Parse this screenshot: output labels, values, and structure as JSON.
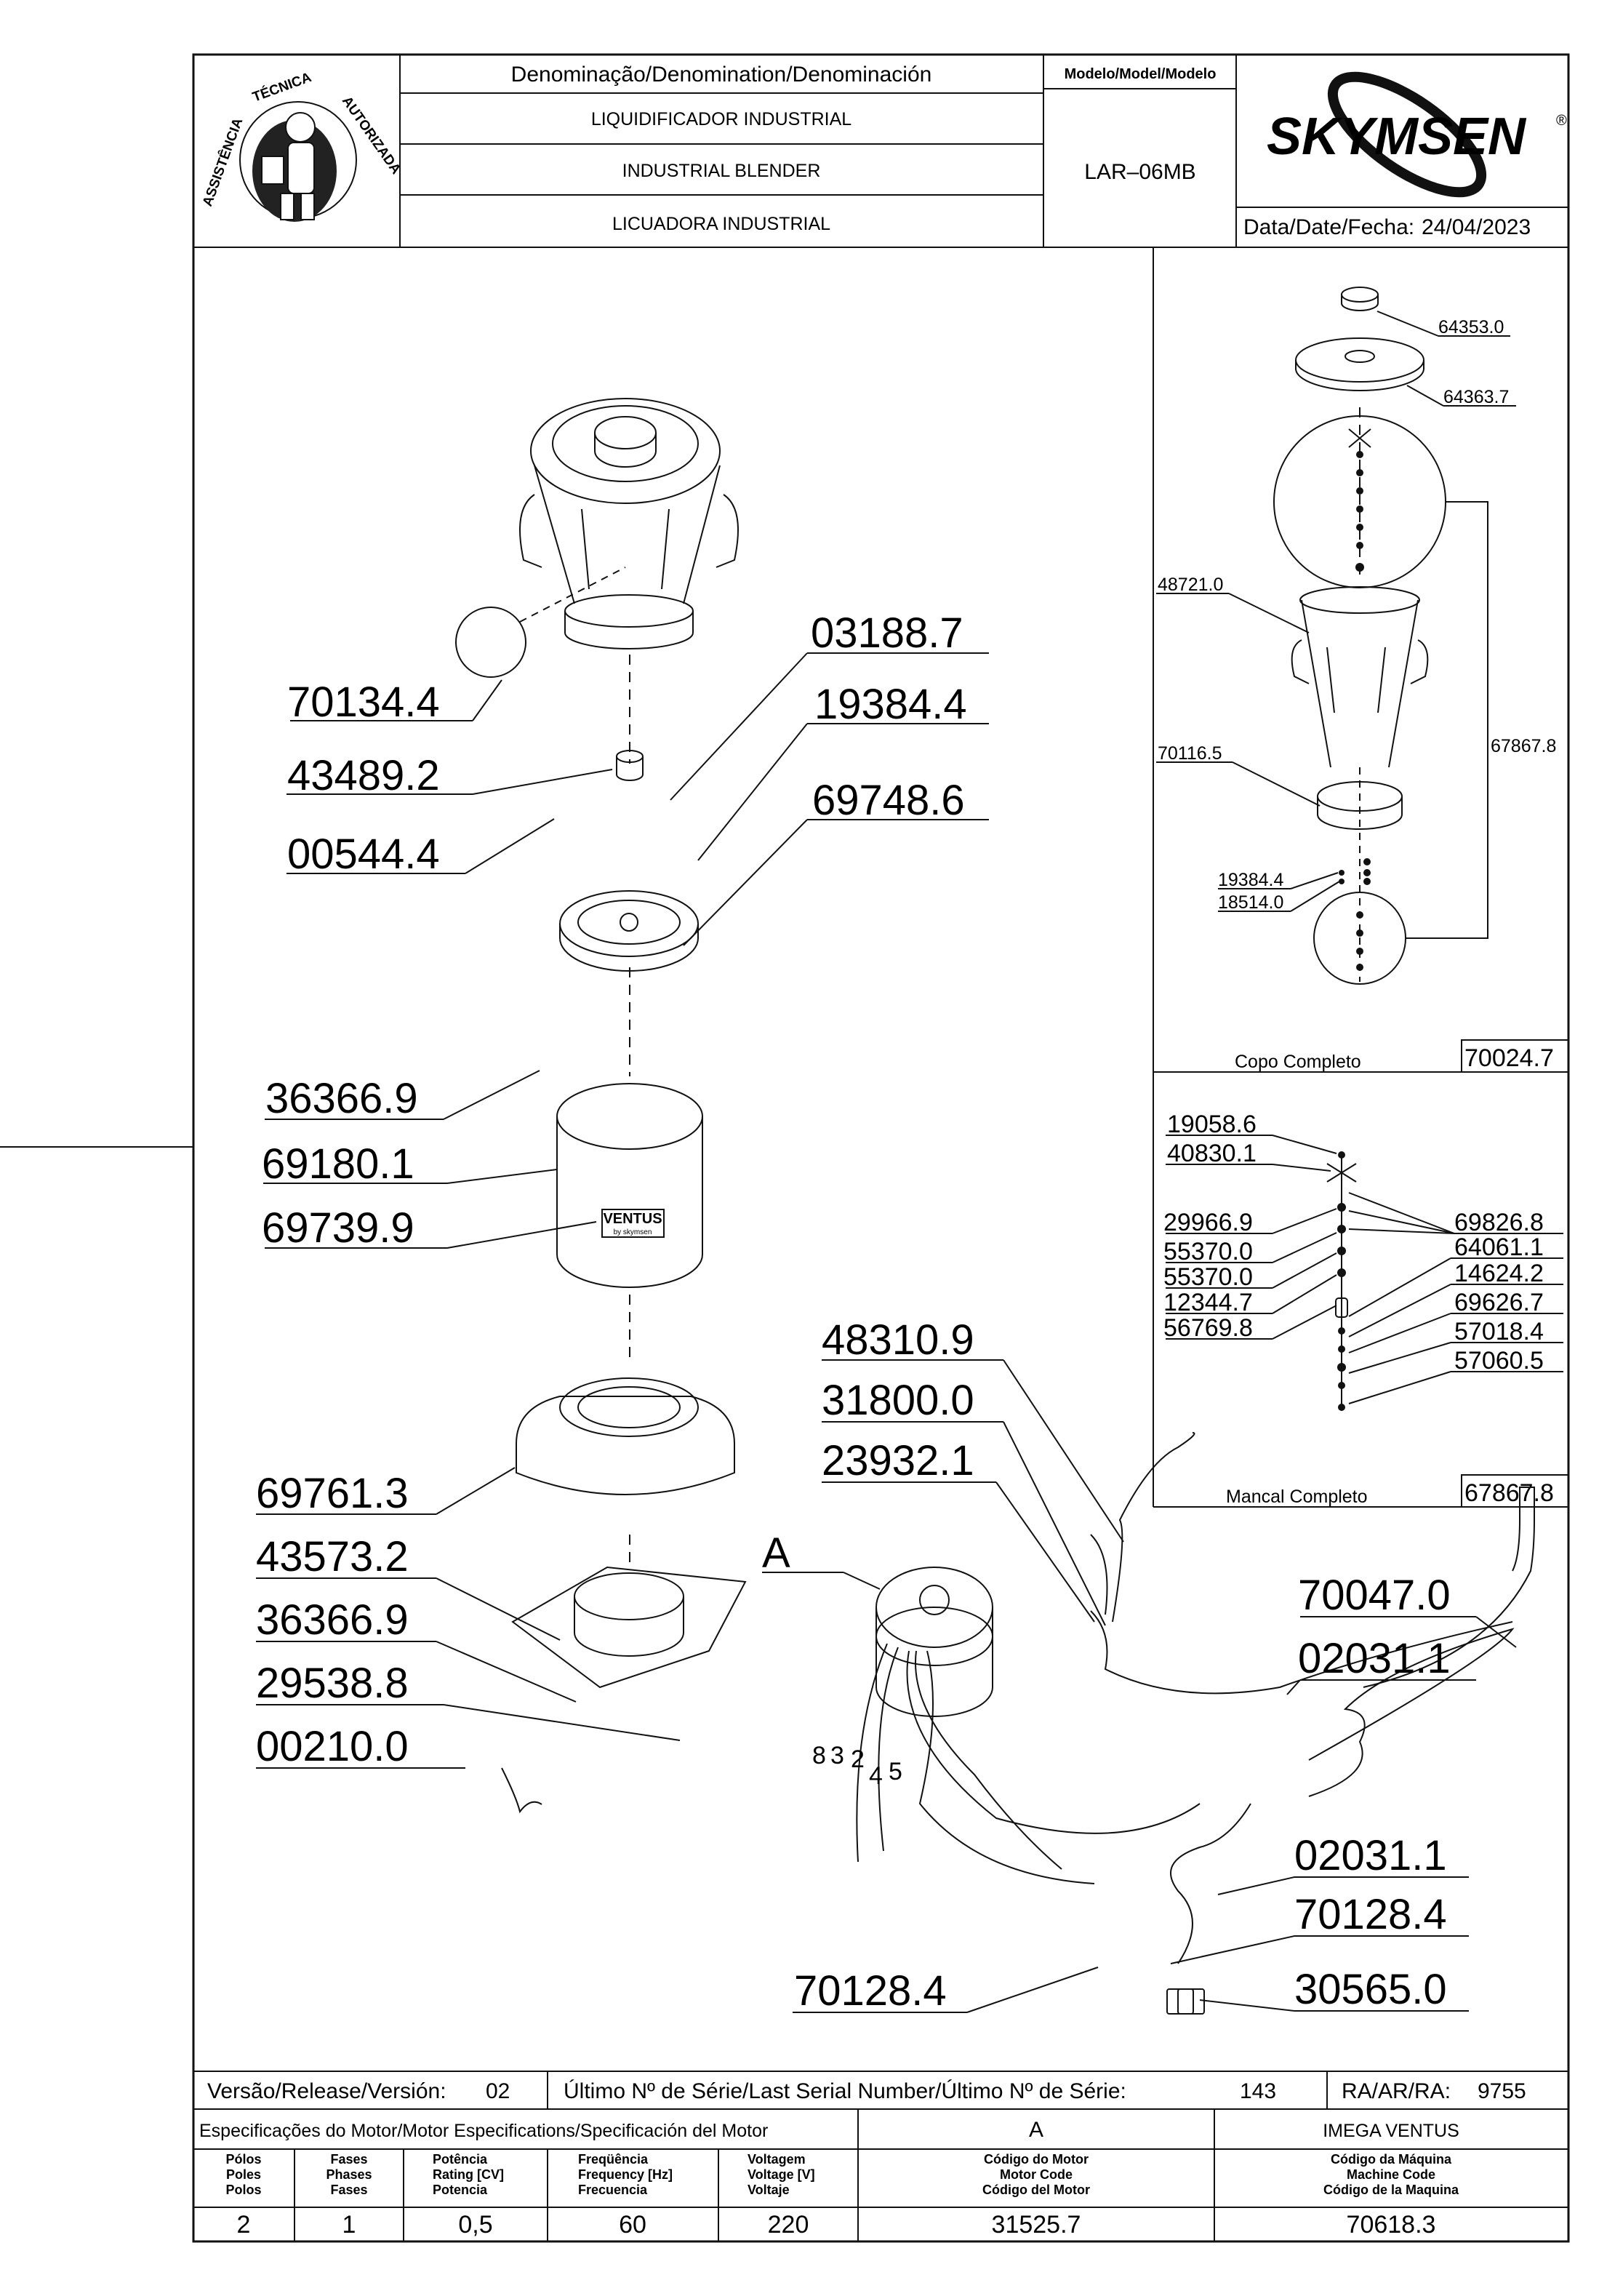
{
  "title_block": {
    "denomination_header": "Denominação/Denomination/Denominación",
    "names": [
      "LIQUIDIFICADOR  INDUSTRIAL",
      "INDUSTRIAL  BLENDER",
      "LICUADORA  INDUSTRIAL"
    ],
    "model_header": "Modelo/Model/Modelo",
    "model": "LAR–06MB",
    "brand": "SKYMSEN",
    "brand_mark": "®",
    "date_label": "Data/Date/Fecha:",
    "date": "24/04/2023",
    "logo_text_left": "ASSISTÊNCIA",
    "logo_text_top": "TÉCNICA",
    "logo_text_right": "AUTORIZADA"
  },
  "main_labels": [
    "70134.4",
    "43489.2",
    "00544.4",
    "03188.7",
    "19384.4",
    "69748.6",
    "36366.9",
    "69180.1",
    "69739.9",
    "48310.9",
    "31800.0",
    "23932.1",
    "69761.3",
    "43573.2",
    "36366.9",
    "29538.8",
    "00210.0",
    "70047.0",
    "02031.1",
    "02031.1",
    "70128.4",
    "70128.4",
    "30565.0"
  ],
  "callout_letter": "A",
  "wire_numbers": [
    "8",
    "3",
    "2",
    "4",
    "5"
  ],
  "sticker_text": "VENTUS",
  "sticker_sub": "by skymsen",
  "copo_panel": {
    "labels": [
      "64353.0",
      "64363.7",
      "48721.0",
      "67867.8",
      "70116.5",
      "19384.4",
      "18514.0"
    ],
    "title": "Copo  Completo",
    "code": "70024.7"
  },
  "mancal_panel": {
    "left_labels": [
      "19058.6",
      "40830.1",
      "29966.9",
      "55370.0",
      "55370.0",
      "12344.7",
      "56769.8"
    ],
    "right_labels": [
      "69826.8",
      "64061.1",
      "14624.2",
      "69626.7",
      "57018.4",
      "57060.5"
    ],
    "title": "Mancal  Completo",
    "code": "67867.8"
  },
  "footer": {
    "release_label": "Versão/Release/Versión:",
    "release": "02",
    "serial_label": "Último  Nº  de  Série/Last  Serial  Number/Último  Nº  de  Série:",
    "serial": "143",
    "ra_label": "RA/AR/RA:",
    "ra": "9755",
    "spec_header": "Especificações do Motor/Motor Especifications/Specificación del Motor",
    "motor_letter": "A",
    "machine_name": "IMEGA  VENTUS",
    "columns": [
      {
        "lines": [
          "Pólos",
          "Poles",
          "Polos"
        ],
        "value": "2"
      },
      {
        "lines": [
          "Fases",
          "Phases",
          "Fases"
        ],
        "value": "1"
      },
      {
        "lines": [
          "Potência",
          "Rating [CV]",
          "Potencia"
        ],
        "value": "0,5"
      },
      {
        "lines": [
          "Freqüência",
          "Frequency [Hz]",
          "Frecuencia"
        ],
        "value": "60"
      },
      {
        "lines": [
          "Voltagem",
          "Voltage [V]",
          "Voltaje"
        ],
        "value": "220"
      },
      {
        "lines": [
          "Código do Motor",
          "Motor Code",
          "Código del Motor"
        ],
        "value": "31525.7"
      },
      {
        "lines": [
          "Código da Máquina",
          "Machine Code",
          "Código de la Maquina"
        ],
        "value": "70618.3"
      }
    ]
  }
}
